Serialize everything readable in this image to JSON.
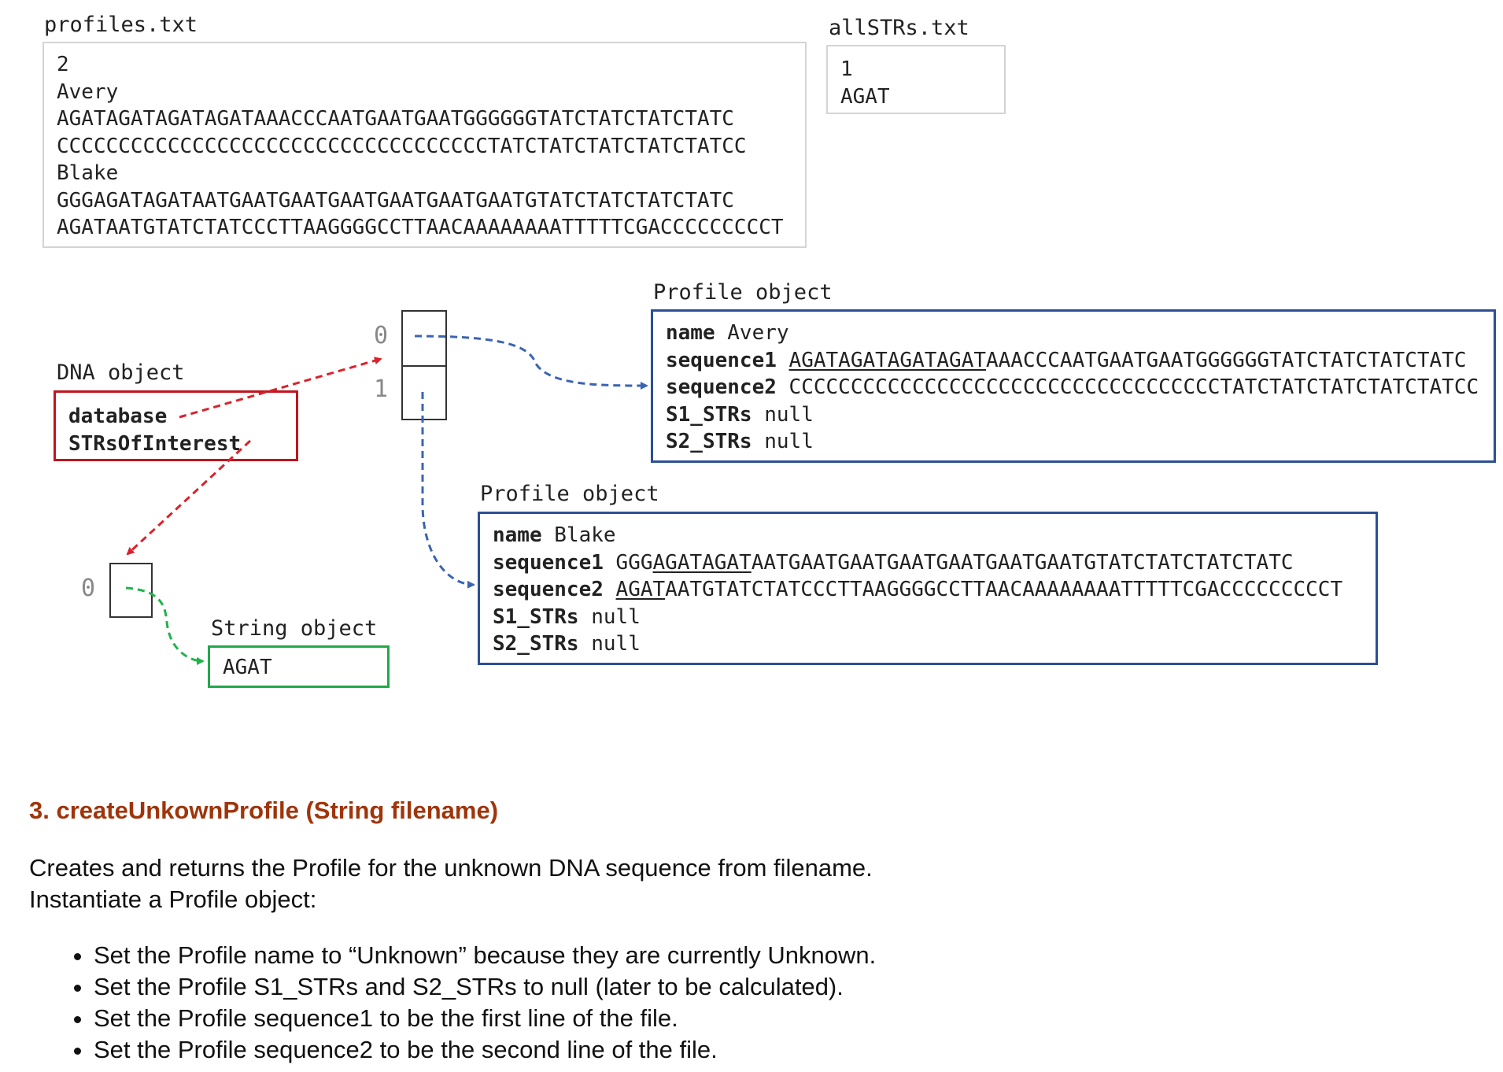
{
  "files": {
    "profiles": {
      "label": "profiles.txt",
      "lines": [
        "2",
        "Avery",
        "AGATAGATAGATAGATAAACCCAATGAATGAATGGGGGGTATCTATCTATCTATC",
        "CCCCCCCCCCCCCCCCCCCCCCCCCCCCCCCCCCCTATCTATCTATCTATCTATCC",
        "Blake",
        "GGGAGATAGATAATGAATGAATGAATGAATGAATGAATGTATCTATCTATCTATC",
        "AGATAATGTATCTATCCCTTAAGGGGCCTTAACAAAAAAAATTTTTCGACCCCCCCCCT"
      ]
    },
    "allstrs": {
      "label": "allSTRs.txt",
      "lines": [
        "1",
        "AGAT"
      ]
    }
  },
  "dna": {
    "label": "DNA object",
    "fields": [
      "database",
      "STRsOfInterest"
    ],
    "color": "#c0141e"
  },
  "database_array": {
    "indices": [
      "0",
      "1"
    ]
  },
  "strs_array": {
    "indices": [
      "0"
    ]
  },
  "string_object": {
    "label": "String object",
    "value": "AGAT",
    "color": "#22a84a"
  },
  "profiles": {
    "color": "#2c4f96",
    "avery": {
      "label": "Profile object",
      "name_key": "name",
      "name_value": "Avery",
      "seq1_key": "sequence1",
      "seq1_underlined": "AGATAGATAGATAGAT",
      "seq1_rest": "AAACCCAATGAATGAATGGGGGGTATCTATCTATCTATC",
      "seq2_key": "sequence2",
      "seq2_value": "CCCCCCCCCCCCCCCCCCCCCCCCCCCCCCCCCCCTATCTATCTATCTATCTATCC",
      "s1_key": "S1_STRs",
      "s1_value": "null",
      "s2_key": "S2_STRs",
      "s2_value": "null"
    },
    "blake": {
      "label": "Profile object",
      "name_key": "name",
      "name_value": "Blake",
      "seq1_key": "sequence1",
      "seq1_pre": "GGG",
      "seq1_underlined": "AGATAGAT",
      "seq1_rest": "AATGAATGAATGAATGAATGAATGAATGTATCTATCTATCTATC",
      "seq2_key": "sequence2",
      "seq2_underlined": "AGAT",
      "seq2_rest": "AATGTATCTATCCCTTAAGGGGCCTTAACAAAAAAAATTTTTCGACCCCCCCCCT",
      "s1_key": "S1_STRs",
      "s1_value": "null",
      "s2_key": "S2_STRs",
      "s2_value": "null"
    }
  },
  "section": {
    "title": "3. createUnkownProfile (String filename)",
    "para1": "Creates and returns the Profile for the unknown DNA sequence from filename.",
    "para2": "Instantiate a Profile object:",
    "bullets": [
      "Set the Profile name to “Unknown” because they are currently Unknown.",
      "Set the Profile S1_STRs and S2_STRs to null (later to be calculated).",
      "Set the Profile sequence1 to be the first line of the file.",
      "Set the Profile sequence2 to be the second line of the file."
    ]
  }
}
